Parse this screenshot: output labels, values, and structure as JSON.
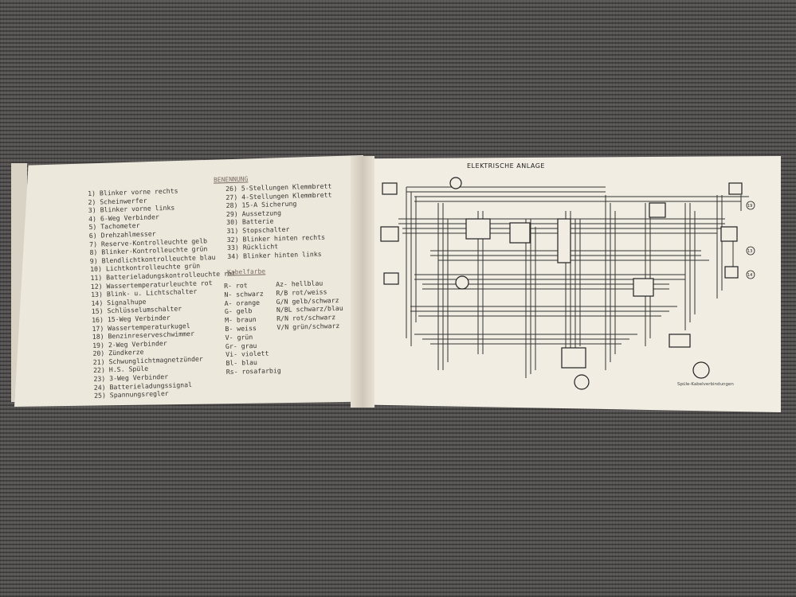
{
  "left_page": {
    "heading": "BENENNUNG",
    "items_col1": [
      "1) Blinker vorne rechts",
      "2) Scheinwerfer",
      "3) Blinker vorne links",
      "4) 6-Weg Verbinder",
      "5) Tachometer",
      "6) Drehzahlmesser",
      "7) Reserve-Kontrolleuchte gelb",
      "8) Blinker-Kontrolleuchte grün",
      "9) Blendlichtkontrolleuchte blau",
      "10) Lichtkontrolleuchte grün",
      "11) Batterieladungskontrolleuchte rot",
      "12) Wassertemperaturleuchte rot",
      "13) Blink- u. Lichtschalter",
      "14) Signalhupe",
      "15) Schlüsselumschalter",
      "16) 15-Weg Verbinder",
      "17) Wassertemperaturkugel",
      "18) Benzinreserveschwimmer",
      "19) 2-Weg Verbinder",
      "20) Zündkerze",
      "21) Schwunglichtmagnetzünder",
      "22) H.S. Spüle",
      "23) 3-Weg Verbinder",
      "24) Batterieladungssignal",
      "25) Spannungsregler"
    ],
    "items_col2": [
      "26) 5-Stellungen Klemmbrett",
      "27) 4-Stellungen Klemmbrett",
      "28) 15-A Sicherung",
      "29) Aussetzung",
      "30) Batterie",
      "31) Stopschalter",
      "32) Blinker hinten rechts",
      "33) Rücklicht",
      "34) Blinker hinten links"
    ],
    "kabel_heading": "Kabelfarbe",
    "colors_col1": [
      "R- rot",
      "N- schwarz",
      "A- orange",
      "G- gelb",
      "M- braun",
      "B- weiss",
      "V- grün",
      "Gr- grau",
      "Vi- violett",
      "Bl- blau",
      "Rs- rosafarbig"
    ],
    "colors_col2": [
      "Az- hellblau",
      "R/B rot/weiss",
      "G/N gelb/schwarz",
      "N/BL schwarz/blau",
      "R/N rot/schwarz",
      "V/N grün/schwarz"
    ]
  },
  "right_page": {
    "title": "ELEKTRISCHE ANLAGE",
    "caption": "Spüle-Kabelverbindungen",
    "callouts": [
      "19",
      "13",
      "14"
    ]
  }
}
